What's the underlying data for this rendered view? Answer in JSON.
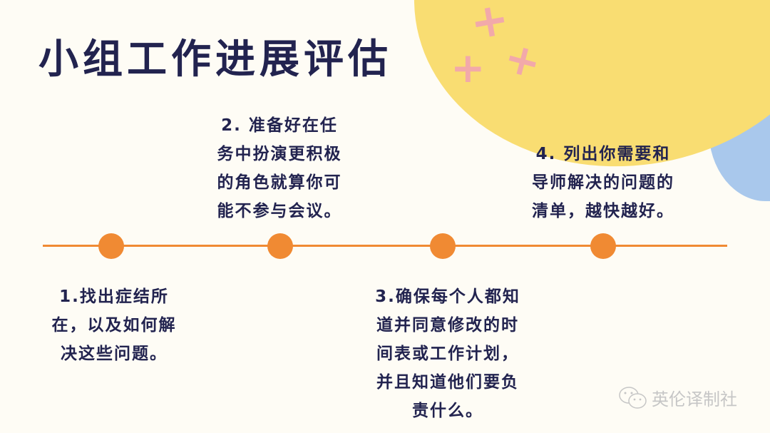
{
  "slide": {
    "title": "小组工作进展评估",
    "colors": {
      "background": "#fefcf5",
      "title": "#22234f",
      "accent_orange": "#f08a33",
      "yellow": "#f9dd72",
      "blue": "#a9c8ec",
      "pink": "#f2a9aa"
    }
  },
  "steps": [
    {
      "lines": [
        "1.找出症结所",
        "在，以及如何解",
        "决这些问题。"
      ]
    },
    {
      "lines": [
        "2. 准备好在任",
        "务中扮演更积极",
        "的角色就算你可",
        "能不参与会议。"
      ]
    },
    {
      "lines": [
        "3.确保每个人都知",
        "道并同意修改的时",
        "间表或工作计划，",
        "并且知道他们要负",
        "责什么。"
      ]
    },
    {
      "lines": [
        "4. 列出你需要和",
        "导师解决的问题的",
        "清单，越快越好。"
      ]
    }
  ],
  "decor": {
    "sparkle": "+"
  },
  "watermark": {
    "label": "英伦译制社",
    "icon": "wechat-icon"
  }
}
